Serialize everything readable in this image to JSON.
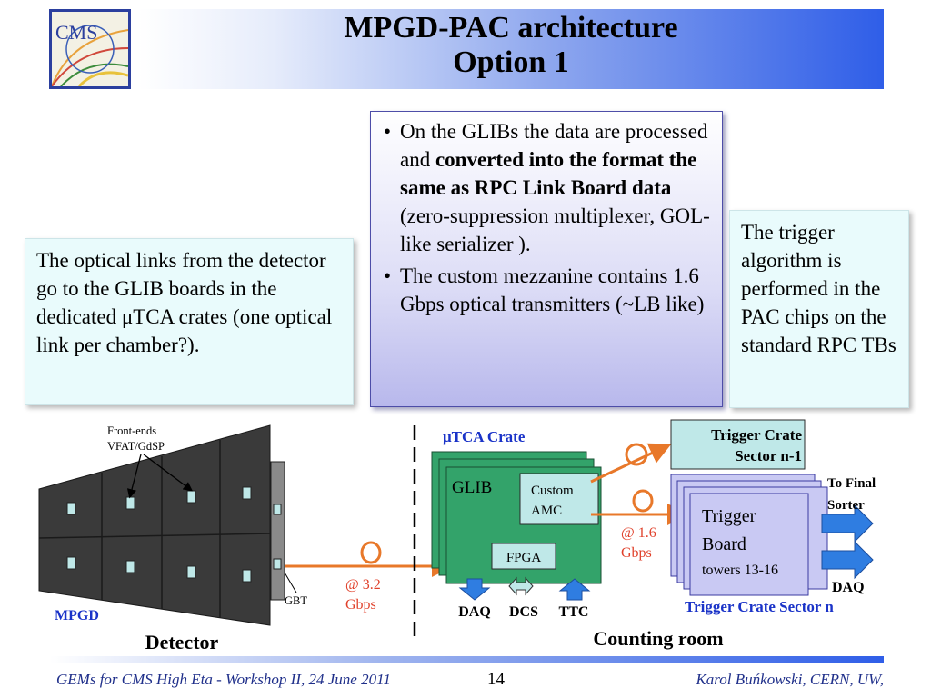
{
  "slide": {
    "title_line1": "MPGD-PAC architecture",
    "title_line2": "Option 1",
    "logo_text": "CMS",
    "page_number": "14",
    "footer_left": "GEMs for CMS High Eta - Workshop II, 24 June 2011",
    "footer_right": "Karol Buńkowski, CERN, UW,"
  },
  "box_left": {
    "text": "The optical links from the detector go to the GLIB boards in the dedicated μTCA crates (one optical link per chamber?)."
  },
  "box_mid": {
    "bullet": "•",
    "b1_pre": "On the GLIBs the data are processed and ",
    "b1_bold": "converted into the format the same as RPC Link Board data",
    "b1_post": " (zero-suppression multiplexer, GOL-like serializer ).",
    "b2": "The custom mezzanine contains 1.6 Gbps  optical transmitters (~LB like)"
  },
  "box_right": {
    "text": "The trigger algorithm is performed in the PAC chips on the standard RPC TBs"
  },
  "diagram": {
    "frontends_line1": "Front-ends",
    "frontends_line2": "VFAT/GdSP",
    "gbt": "GBT",
    "mpgd": "MPGD",
    "detector": "Detector",
    "link_rate1_line1": "@ 3.2",
    "link_rate1_line2": "Gbps",
    "utca_crate": "μTCA Crate",
    "glib": "GLIB",
    "custom": "Custom",
    "amc": "AMC",
    "fpga": "FPGA",
    "daq1": "DAQ",
    "dcs": "DCS",
    "ttc": "TTC",
    "link_rate2_line1": "@ 1.6",
    "link_rate2_line2": "Gbps",
    "trigger_crate_n1_line1": "Trigger Crate",
    "trigger_crate_n1_line2": "Sector n-1",
    "trigger_board_line1": "Trigger",
    "trigger_board_line2": "Board",
    "towers": "towers 13-16",
    "to_final_line1": "To Final",
    "to_final_line2": "Sorter",
    "daq2": "DAQ",
    "trigger_crate_n": "Trigger Crate Sector n",
    "counting_room": "Counting room"
  },
  "colors": {
    "link_orange": "#e8782a",
    "crate_green": "#33a36a",
    "board_lavender": "#c9c9f3",
    "arrow_blue": "#2f7de1",
    "label_blue": "#1a33c8",
    "header_blue": "#2f5ee8"
  }
}
